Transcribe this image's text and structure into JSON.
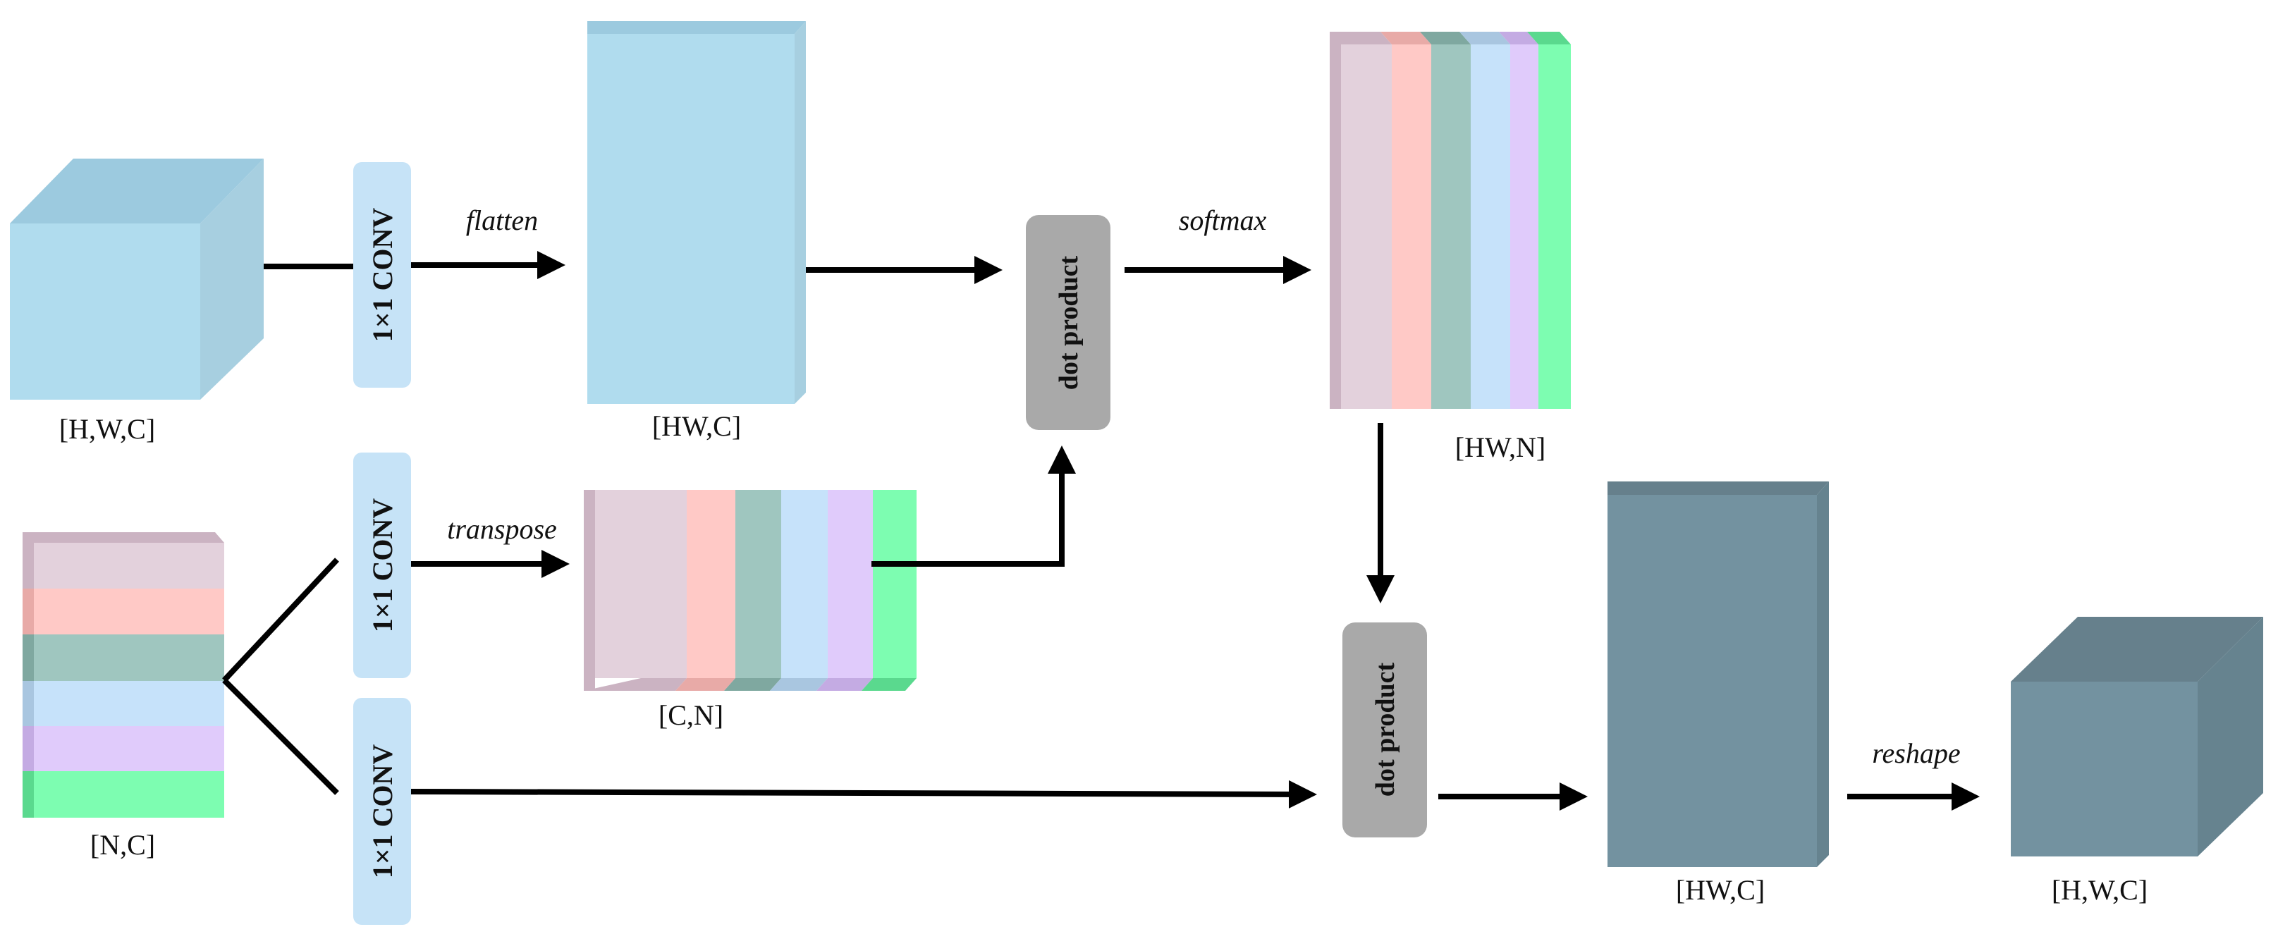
{
  "colors": {
    "input_front": "#b0dcee",
    "input_top": "#9ccadf",
    "input_side": "#a7cfe0",
    "conv_box": "#c6e3f7",
    "dot_box": "#a9a9a9",
    "output_front": "#7392a0",
    "output_top": "#66808c",
    "output_side": "#66838f",
    "stripes": [
      "#e3d1dc",
      "#ffc9c6",
      "#9fc6bf",
      "#c6e2fa",
      "#e0cbfb",
      "#7dfdb1"
    ],
    "stripe_edges": [
      "#cbb3c2",
      "#e8aaa7",
      "#7fa8a0",
      "#a9c6e0",
      "#c4abe3",
      "#5ad98e"
    ]
  },
  "nodes": {
    "input_cube": {
      "label": "[H,W,C]"
    },
    "conv_top": {
      "label": "1×1 CONV"
    },
    "hw_c_block": {
      "label": "[HW,C]"
    },
    "dot_top": {
      "label": "dot product"
    },
    "hw_n_block": {
      "label": "[HW,N]"
    },
    "n_c_block": {
      "label": "[N,C]"
    },
    "conv_mid": {
      "label": "1×1 CONV"
    },
    "c_n_block": {
      "label": "[C,N]"
    },
    "conv_bottom": {
      "label": "1×1 CONV"
    },
    "dot_bottom": {
      "label": "dot product"
    },
    "hw_c_output": {
      "label": "[HW,C]"
    },
    "output_cube": {
      "label": "[H,W,C]"
    }
  },
  "edges": {
    "flatten": {
      "label": "flatten"
    },
    "softmax": {
      "label": "softmax"
    },
    "transpose": {
      "label": "transpose"
    },
    "reshape": {
      "label": "reshape"
    }
  }
}
